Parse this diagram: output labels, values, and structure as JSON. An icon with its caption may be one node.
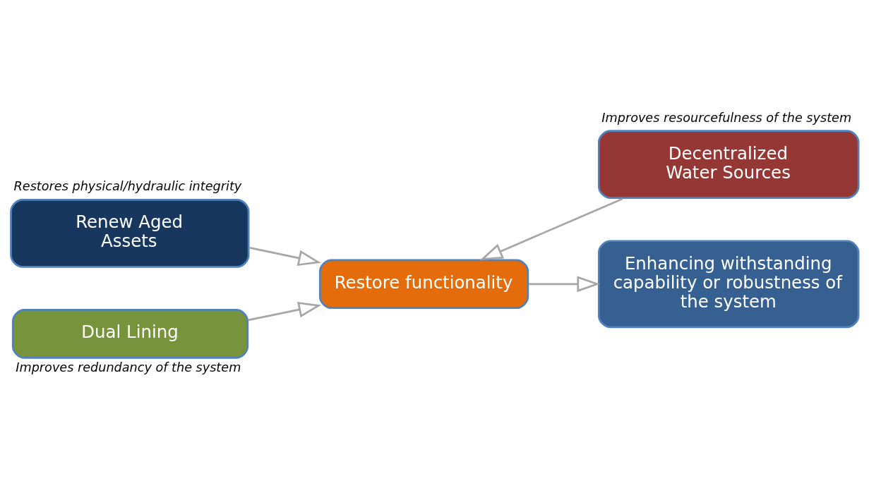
{
  "diagram": {
    "nodes": [
      {
        "text": [
          "Renew Aged Assets"
        ],
        "beside": [
          "Restores physical/hydraulic integrity"
        ]
      },
      {
        "text": [
          "Decentralized Water Sources"
        ],
        "beside": [
          "Improves resourcefulness of the system"
        ]
      },
      {
        "text": [
          "Restore functionality"
        ]
      },
      {
        "text": [
          "Dual Lining"
        ],
        "beside": [
          "Improves redundancy of the system"
        ]
      },
      {
        "text": [
          "Enhancing withstanding capability or robustness of the system"
        ]
      }
    ],
    "edges": [
      {
        "from": 0,
        "to": 2,
        "arrow": "to"
      },
      {
        "from": 1,
        "to": 2,
        "arrow": "to"
      },
      {
        "from": 3,
        "to": 2,
        "arrow": "to"
      },
      {
        "from": 2,
        "to": 4,
        "arrow": "to"
      }
    ]
  }
}
